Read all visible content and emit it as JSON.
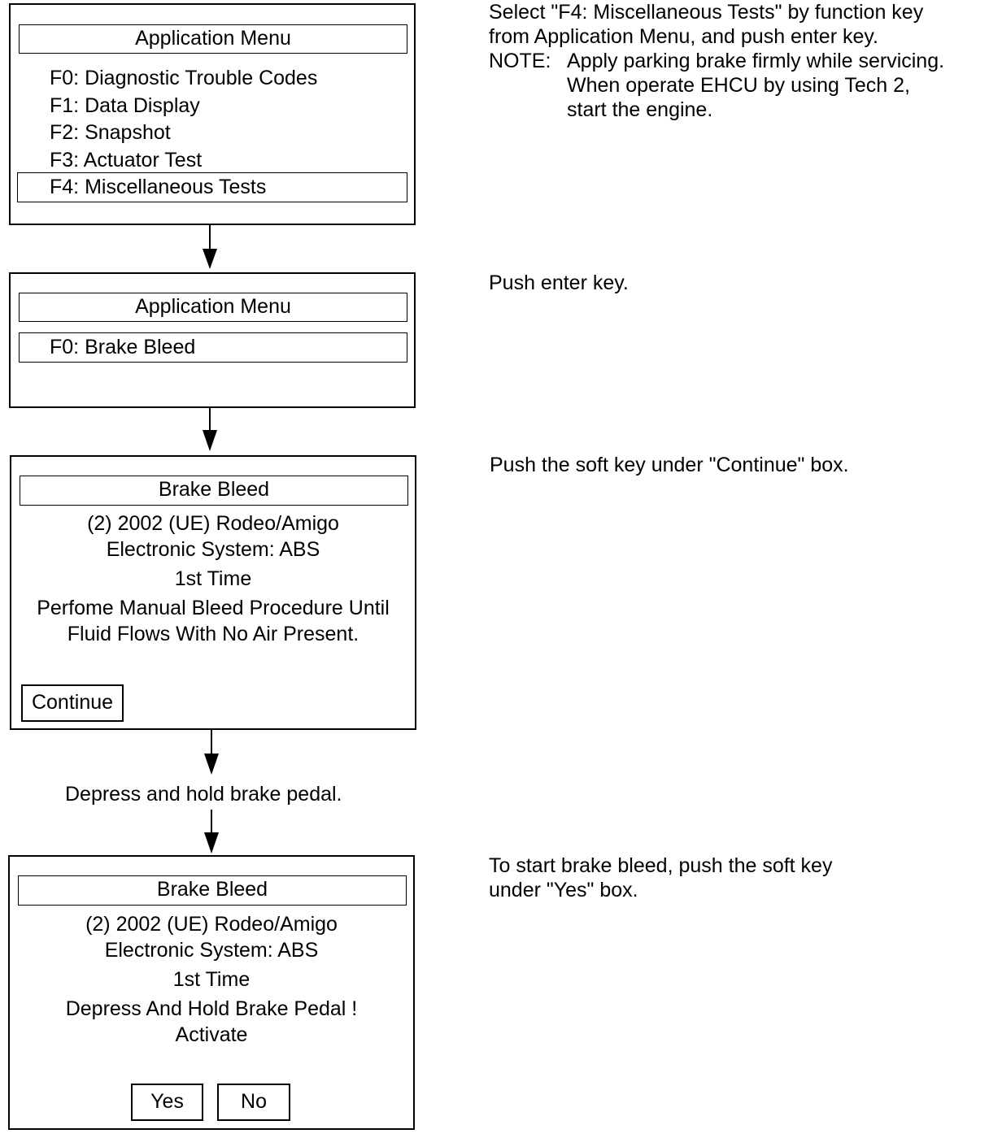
{
  "screen1": {
    "title": "Application Menu",
    "items": [
      "F0: Diagnostic Trouble Codes",
      "F1: Data Display",
      "F2: Snapshot",
      "F3: Actuator Test",
      "F4: Miscellaneous Tests"
    ]
  },
  "screen2": {
    "title": "Application Menu",
    "items": [
      "F0: Brake Bleed"
    ]
  },
  "screen3": {
    "title": "Brake Bleed",
    "lines": [
      "(2) 2002  (UE) Rodeo/Amigo",
      "Electronic System: ABS",
      "1st Time",
      "Perfome Manual Bleed Procedure Until",
      "Fluid Flows With No Air Present."
    ],
    "button": "Continue"
  },
  "step_between": "Depress and hold brake pedal.",
  "screen4": {
    "title": "Brake Bleed",
    "lines": [
      "(2) 2002  (UE) Rodeo/Amigo",
      "Electronic System: ABS",
      "1st Time",
      "Depress And Hold Brake Pedal !",
      "Activate"
    ],
    "yes": "Yes",
    "no": "No"
  },
  "notes": {
    "n1_line1": "Select \"F4: Miscellaneous Tests\" by function key",
    "n1_line2": "from Application Menu, and push enter key.",
    "n1_label": "NOTE:",
    "n1_note1": "Apply parking brake firmly while servicing.",
    "n1_note2": "When operate EHCU by using Tech 2,",
    "n1_note3": "start the engine.",
    "n2": "Push enter key.",
    "n3": "Push the soft key under \"Continue\" box.",
    "n4_line1": "To start brake bleed, push the soft key",
    "n4_line2": "under \"Yes\" box."
  }
}
